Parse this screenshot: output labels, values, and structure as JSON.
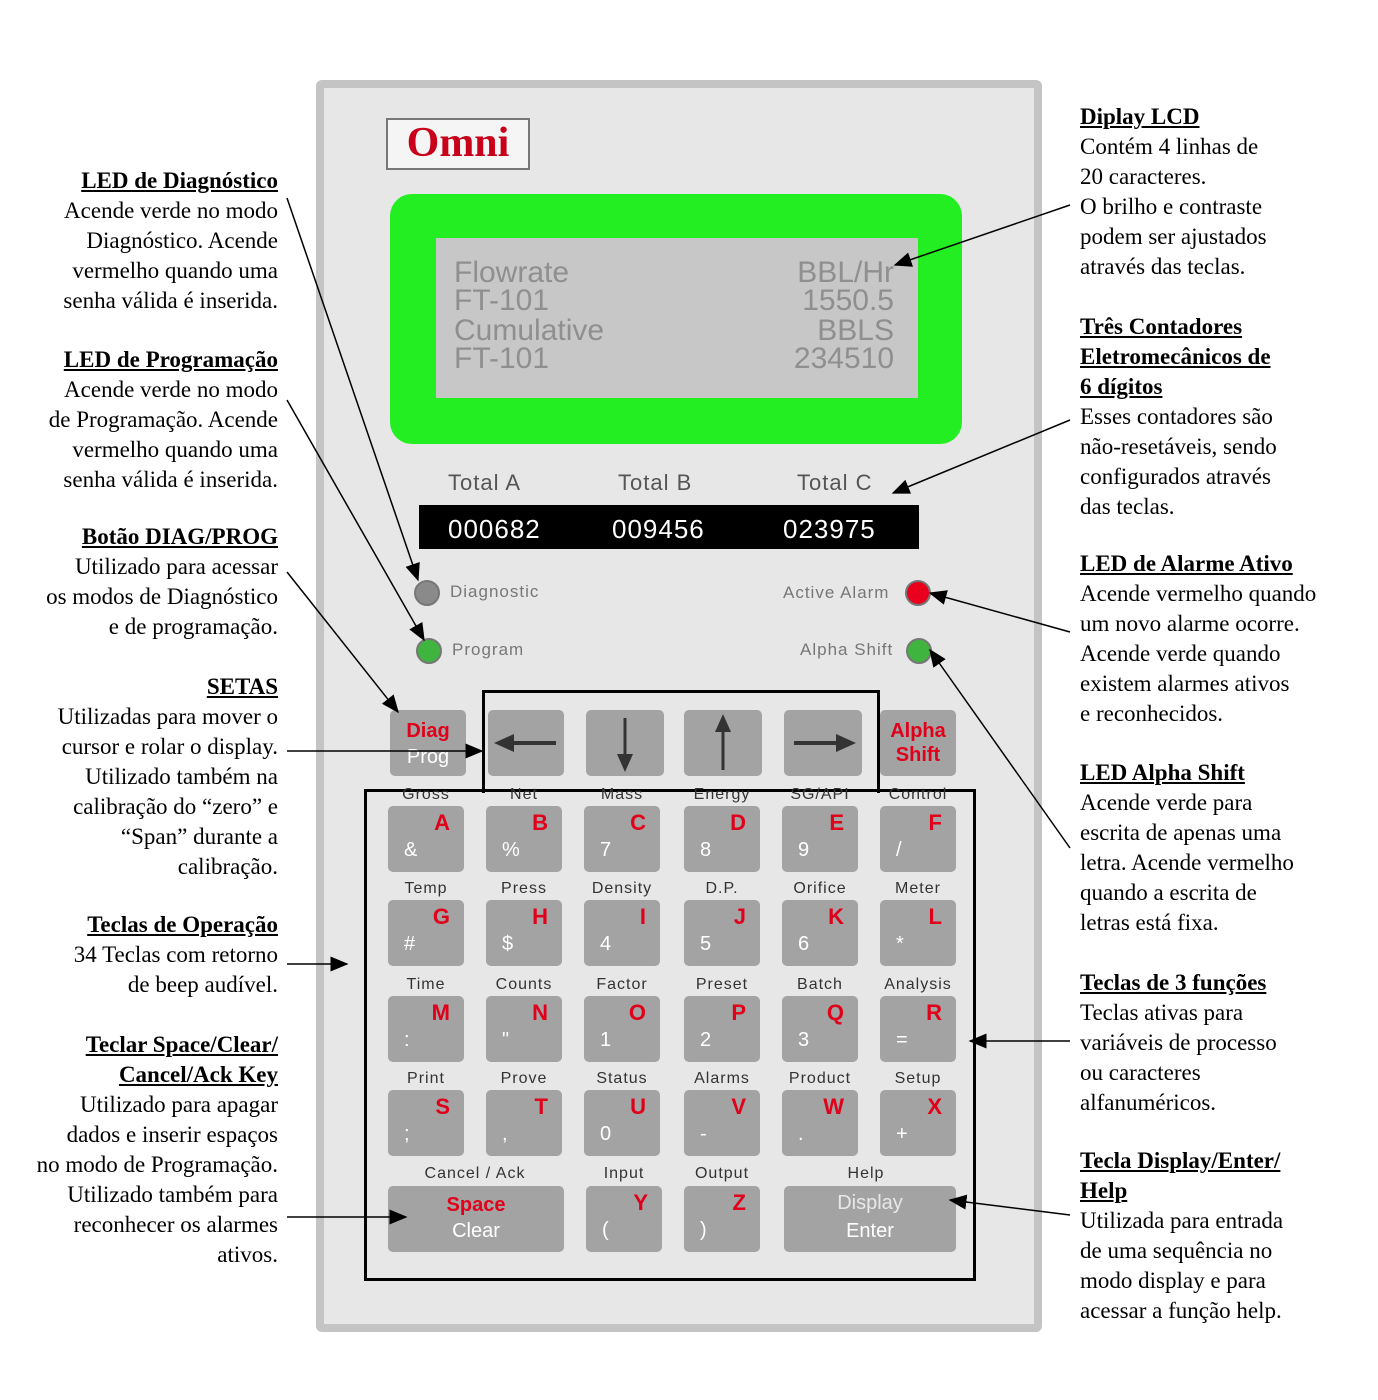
{
  "logo": "Omni",
  "lcd": [
    {
      "left": "Flowrate",
      "right": "BBL/Hr"
    },
    {
      "left": "FT-101",
      "right": "1550.5"
    },
    {
      "left": "Cumulative",
      "right": "BBLS"
    },
    {
      "left": "FT-101",
      "right": "234510"
    }
  ],
  "totals": {
    "labels": [
      "Total A",
      "Total B",
      "Total C"
    ],
    "values": [
      "000682",
      "009456",
      "023975"
    ]
  },
  "leds": {
    "diagnostic": {
      "label": "Diagnostic",
      "color": "#8a8a8a"
    },
    "program": {
      "label": "Program",
      "color": "#3fb43f"
    },
    "active_alarm": {
      "label": "Active Alarm",
      "color": "#e8001c"
    },
    "alpha_shift": {
      "label": "Alpha Shift",
      "color": "#3fb43f"
    }
  },
  "top_keys": {
    "diag": {
      "top": "Diag",
      "bottom": "Prog"
    },
    "alpha": {
      "top": "Alpha",
      "bottom": "Shift"
    },
    "arrows": [
      "left",
      "down",
      "up",
      "right"
    ]
  },
  "keypad": {
    "row_labels": [
      [
        "Gross",
        "Net",
        "Mass",
        "Energy",
        "SG/API",
        "Control"
      ],
      [
        "Temp",
        "Press",
        "Density",
        "D.P.",
        "Orifice",
        "Meter"
      ],
      [
        "Time",
        "Counts",
        "Factor",
        "Preset",
        "Batch",
        "Analysis"
      ],
      [
        "Print",
        "Prove",
        "Status",
        "Alarms",
        "Product",
        "Setup"
      ]
    ],
    "keys": [
      [
        {
          "l": "A",
          "s": "&"
        },
        {
          "l": "B",
          "s": "%"
        },
        {
          "l": "C",
          "s": "7"
        },
        {
          "l": "D",
          "s": "8"
        },
        {
          "l": "E",
          "s": "9"
        },
        {
          "l": "F",
          "s": "/"
        }
      ],
      [
        {
          "l": "G",
          "s": "#"
        },
        {
          "l": "H",
          "s": "$"
        },
        {
          "l": "I",
          "s": "4"
        },
        {
          "l": "J",
          "s": "5"
        },
        {
          "l": "K",
          "s": "6"
        },
        {
          "l": "L",
          "s": "*"
        }
      ],
      [
        {
          "l": "M",
          "s": ":"
        },
        {
          "l": "N",
          "s": "\""
        },
        {
          "l": "O",
          "s": "1"
        },
        {
          "l": "P",
          "s": "2"
        },
        {
          "l": "Q",
          "s": "3"
        },
        {
          "l": "R",
          "s": "="
        }
      ],
      [
        {
          "l": "S",
          "s": ";"
        },
        {
          "l": "T",
          "s": ","
        },
        {
          "l": "U",
          "s": "0"
        },
        {
          "l": "V",
          "s": "-"
        },
        {
          "l": "W",
          "s": "."
        },
        {
          "l": "X",
          "s": "+"
        }
      ]
    ],
    "bottom_labels": {
      "cancel": "Cancel / Ack",
      "input": "Input",
      "output": "Output",
      "help": "Help"
    },
    "space": {
      "top": "Space",
      "bottom": "Clear"
    },
    "y_key": {
      "l": "Y",
      "s": "("
    },
    "z_key": {
      "l": "Z",
      "s": ")"
    },
    "display": {
      "top": "Display",
      "bottom": "Enter"
    }
  },
  "annotations": {
    "led_diag": {
      "title": "LED de Diagnóstico",
      "lines": [
        "Acende verde no modo",
        "Diagnóstico. Acende",
        "vermelho quando uma",
        "senha válida é inserida."
      ]
    },
    "led_prog": {
      "title": "LED de Programação",
      "lines": [
        "Acende verde no modo",
        "de Programação. Acende",
        "vermelho quando uma",
        "senha válida é inserida."
      ]
    },
    "btn_diag": {
      "title": "Botão DIAG/PROG",
      "lines": [
        "Utilizado para acessar",
        "os modos de Diagnóstico",
        "e de programação."
      ]
    },
    "setas": {
      "title": "SETAS",
      "lines": [
        "Utilizadas para mover o",
        "cursor e rolar o display.",
        "Utilizado também na",
        "calibração do “zero” e",
        "“Span” durante a",
        "calibração."
      ]
    },
    "teclas_op": {
      "title": "Teclas de Operação",
      "lines": [
        "34 Teclas com retorno",
        "de beep audível."
      ]
    },
    "space_clear": {
      "title": [
        "Teclar Space/Clear/",
        "Cancel/Ack Key"
      ],
      "lines": [
        "Utilizado para apagar",
        "dados e inserir espaços",
        "no modo de Programação.",
        "Utilizado também para",
        "reconhecer os alarmes",
        "ativos."
      ]
    },
    "lcd": {
      "title": "Diplay LCD",
      "lines": [
        "Contém 4 linhas de",
        "20 caracteres.",
        "O brilho e contraste",
        "podem ser ajustados",
        "através das teclas."
      ]
    },
    "contadores": {
      "title": [
        "Três Contadores",
        "Eletromecânicos de",
        "6 dígitos"
      ],
      "lines": [
        "Esses contadores são",
        "não-resetáveis, sendo",
        "configurados através",
        "das teclas."
      ]
    },
    "alarme": {
      "title": "LED de Alarme Ativo",
      "lines": [
        "Acende vermelho quando",
        "um novo alarme ocorre.",
        "Acende verde quando",
        "existem alarmes ativos",
        "e reconhecidos."
      ]
    },
    "alpha_led": {
      "title": "LED Alpha Shift",
      "lines": [
        "Acende verde para",
        "escrita de apenas uma",
        "letra. Acende vermelho",
        "quando a escrita de",
        "letras está fixa."
      ]
    },
    "tres_funcoes": {
      "title": "Teclas de 3 funções",
      "lines": [
        "Teclas ativas para",
        "variáveis de processo",
        "ou caracteres",
        "alfanuméricos."
      ]
    },
    "display_enter": {
      "title": [
        "Tecla Display/Enter/",
        "Help"
      ],
      "lines": [
        "Utilizada para entrada",
        "de uma sequência no",
        "modo display e para",
        "acessar a função help."
      ]
    }
  }
}
